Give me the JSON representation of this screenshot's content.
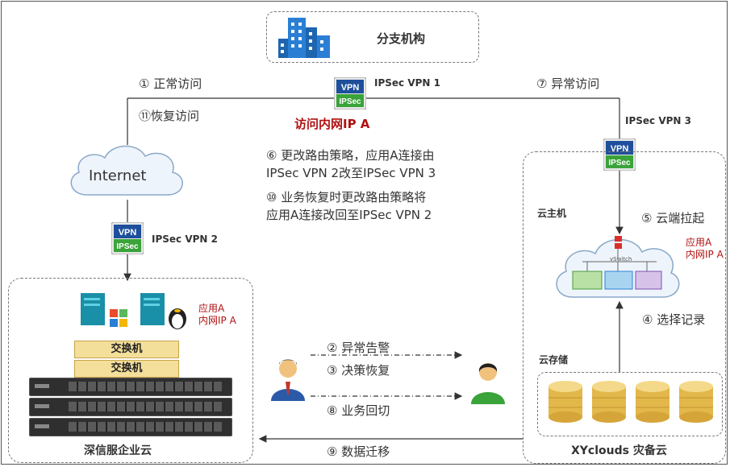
{
  "branch": {
    "label": "分支机构",
    "icon": "office-building-icon"
  },
  "vpn_badge": {
    "top": "VPN",
    "bottom": "IPSec"
  },
  "vpn1": {
    "label": "IPSec VPN 1"
  },
  "vpn2": {
    "label": "IPSec VPN 2"
  },
  "vpn3": {
    "label": "IPSec VPN 3"
  },
  "access_ip_a": "访问内网IP A",
  "internet": "Internet",
  "steps": {
    "s1": "① 正常访问",
    "s11": "⑪恢复访问",
    "s7": "⑦ 异常访问",
    "s6_line1": "⑥ 更改路由策略，应用A连接由",
    "s6_line2": "IPSec VPN 2改至IPSec VPN 3",
    "s10_line1": "⑩ 业务恢复时更改路由策略将",
    "s10_line2": "应用A连接改回至IPSec VPN 2",
    "s5": "⑤ 云端拉起",
    "s4": "④ 选择记录",
    "s2": "② 异常告警",
    "s3": "③ 决策恢复",
    "s8": "⑧ 业务回切",
    "s9": "⑨ 数据迁移"
  },
  "left_dc": {
    "title": "深信服企业云",
    "app_label_line1": "应用A",
    "app_label_line2": "内网IP A",
    "switch1": "交换机",
    "switch2": "交换机"
  },
  "right_dc": {
    "title": "XYclouds 灾备云",
    "host_label": "云主机",
    "storage_label": "云存储",
    "app_label_line1": "应用A",
    "app_label_line2": "内网IP A",
    "vswitch": "vSwitch"
  },
  "colors": {
    "red": "#b01010",
    "blue": "#2a7fd4",
    "green": "#3aa33a"
  }
}
